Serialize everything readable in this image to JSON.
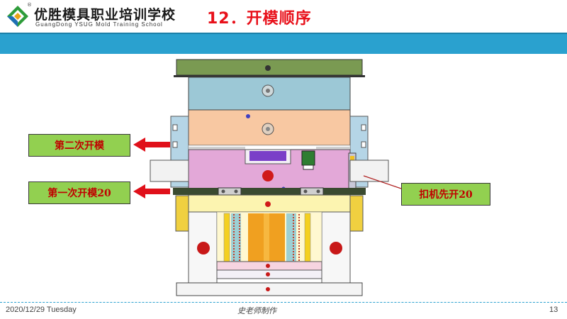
{
  "header": {
    "school_name": "优胜模具职业培训学校",
    "school_name_en": "GuangDong YSUG Mold Training School",
    "registered_mark": "®",
    "slide_title": "12．开模顺序"
  },
  "labels": {
    "second_opening": "第二次开模",
    "first_opening": "第一次开模20",
    "latch_first": "扣机先开20"
  },
  "colors": {
    "accent_blue": "#2aa1cf",
    "title_red": "#e8101a",
    "label_green": "#92d050",
    "arrow_red": "#e0101a"
  },
  "footer": {
    "date": "2020/12/29 Tuesday",
    "teacher": "史老师制作",
    "page_number": "13"
  }
}
